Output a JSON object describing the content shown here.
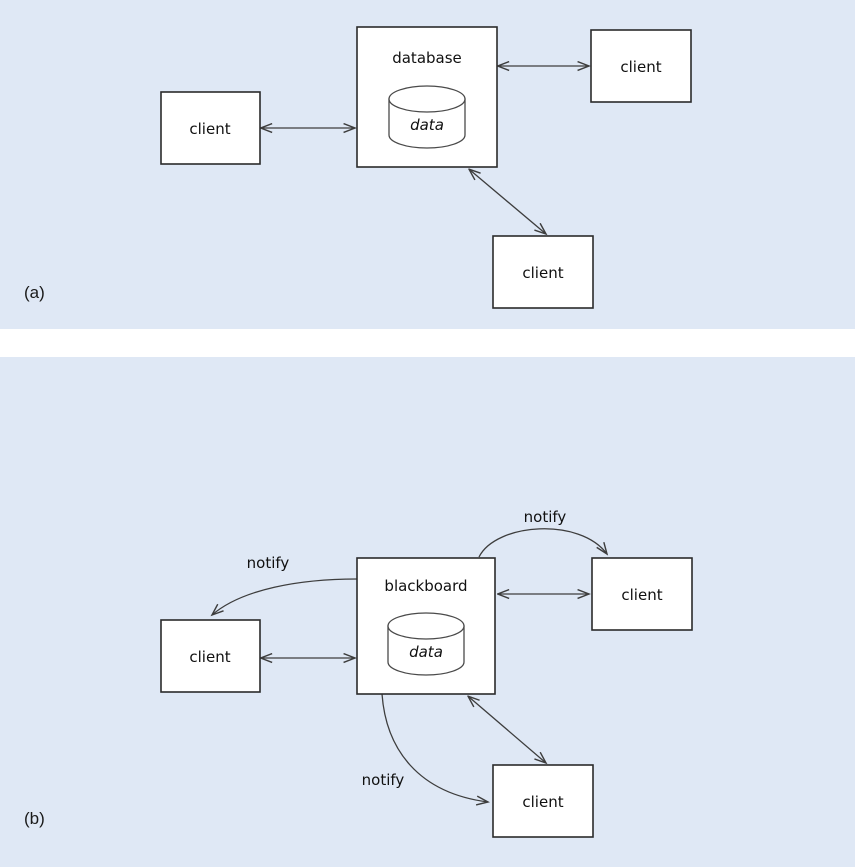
{
  "figure": {
    "background_color": "#ffffff",
    "panel_background_color": "#dfe8f5",
    "box_fill_color": "#ffffff",
    "box_stroke_color": "#2b2b2b",
    "edge_color": "#3d3d3d"
  },
  "panels": [
    {
      "id": "a",
      "caption": "(a)",
      "central_node": {
        "label": "database",
        "store_label": "data"
      },
      "clients": [
        {
          "label": "client",
          "position": "left"
        },
        {
          "label": "client",
          "position": "top-right"
        },
        {
          "label": "client",
          "position": "bottom"
        }
      ],
      "edges": [
        {
          "from": "client-left",
          "to": "database",
          "style": "straight",
          "arrows": "both",
          "label": ""
        },
        {
          "from": "database",
          "to": "client-top-right",
          "style": "straight",
          "arrows": "both",
          "label": ""
        },
        {
          "from": "client-bottom",
          "to": "database",
          "style": "straight",
          "arrows": "both",
          "label": ""
        }
      ]
    },
    {
      "id": "b",
      "caption": "(b)",
      "central_node": {
        "label": "blackboard",
        "store_label": "data"
      },
      "clients": [
        {
          "label": "client",
          "position": "left"
        },
        {
          "label": "client",
          "position": "top-right"
        },
        {
          "label": "client",
          "position": "bottom"
        }
      ],
      "edges": [
        {
          "from": "client-left",
          "to": "blackboard",
          "style": "straight",
          "arrows": "both",
          "label": ""
        },
        {
          "from": "blackboard",
          "to": "client-top-right",
          "style": "straight",
          "arrows": "both",
          "label": ""
        },
        {
          "from": "client-bottom",
          "to": "blackboard",
          "style": "straight",
          "arrows": "both",
          "label": ""
        },
        {
          "from": "blackboard",
          "to": "client-left",
          "style": "curved",
          "arrows": "forward",
          "label": "notify"
        },
        {
          "from": "blackboard",
          "to": "client-top-right",
          "style": "curved",
          "arrows": "forward",
          "label": "notify"
        },
        {
          "from": "blackboard",
          "to": "client-bottom",
          "style": "curved",
          "arrows": "forward",
          "label": "notify"
        }
      ]
    }
  ],
  "labels": {
    "a": {
      "database": "database",
      "data": "data",
      "client_left": "client",
      "client_topright": "client",
      "client_bottom": "client",
      "caption": "(a)"
    },
    "b": {
      "blackboard": "blackboard",
      "data": "data",
      "client_left": "client",
      "client_topright": "client",
      "client_bottom": "client",
      "notify_left": "notify",
      "notify_topright": "notify",
      "notify_bottom": "notify",
      "caption": "(b)"
    }
  }
}
